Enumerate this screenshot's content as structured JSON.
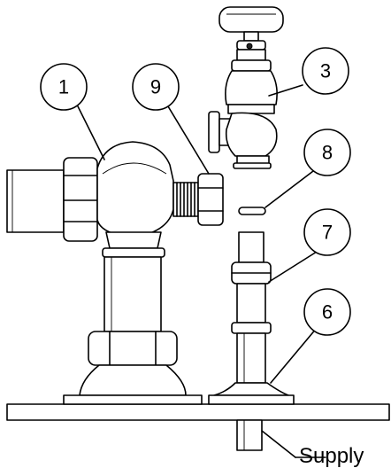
{
  "balloons": [
    {
      "id": "balloon-1",
      "label": "1"
    },
    {
      "id": "balloon-9",
      "label": "9"
    },
    {
      "id": "balloon-3",
      "label": "3"
    },
    {
      "id": "balloon-8",
      "label": "8"
    },
    {
      "id": "balloon-7",
      "label": "7"
    },
    {
      "id": "balloon-6",
      "label": "6"
    }
  ],
  "callouts": {
    "supply_label": "Supply"
  }
}
